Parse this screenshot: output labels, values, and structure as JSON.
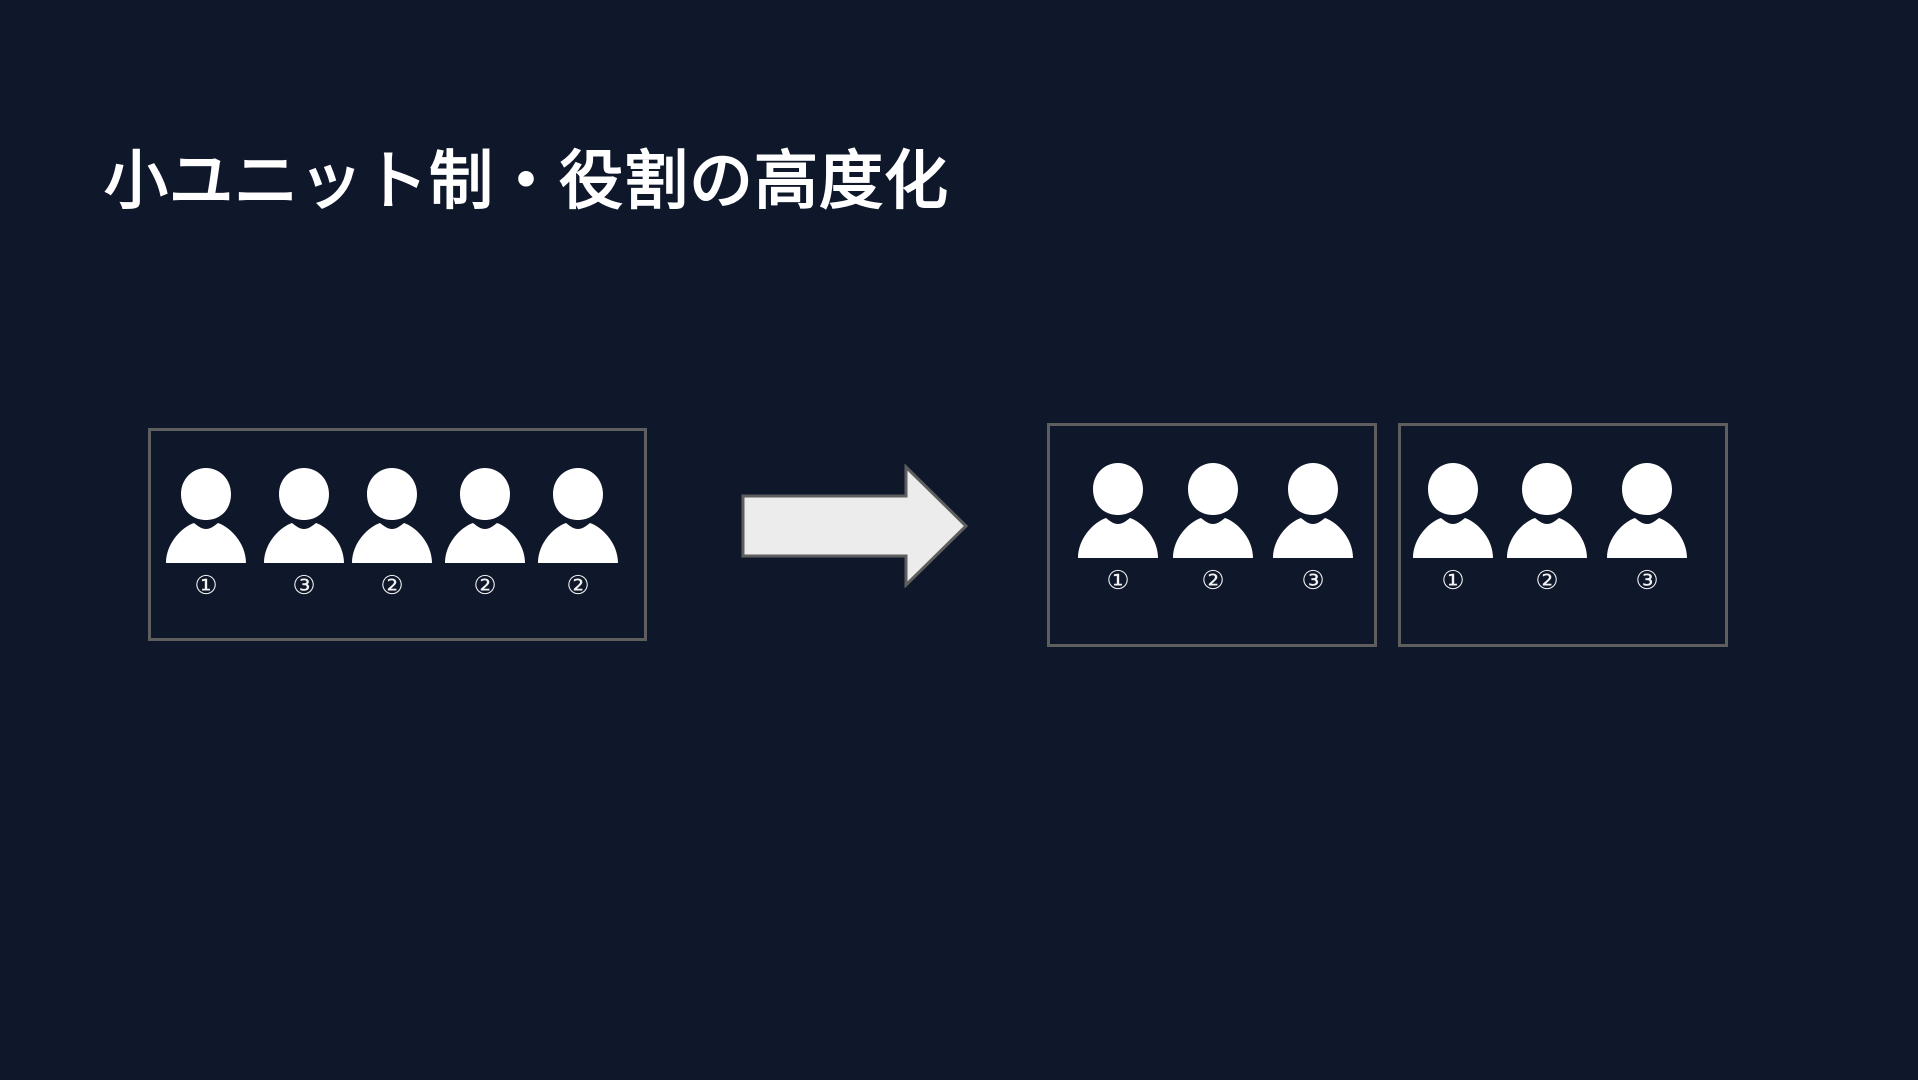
{
  "slide": {
    "title": "小ユニット制・役割の高度化",
    "colors": {
      "background": "#0f172a",
      "title": "#ffffff",
      "box_border": "#5e5e5e",
      "person_icon": "#ffffff",
      "arrow_fill": "#ececec"
    }
  },
  "before": {
    "members": [
      {
        "role": "①",
        "icon": "person-icon"
      },
      {
        "role": "③",
        "icon": "person-icon"
      },
      {
        "role": "②",
        "icon": "person-icon"
      },
      {
        "role": "②",
        "icon": "person-icon"
      },
      {
        "role": "②",
        "icon": "person-icon"
      }
    ]
  },
  "transition": {
    "icon": "right-arrow-icon"
  },
  "after": {
    "units": [
      {
        "members": [
          {
            "role": "①",
            "icon": "person-icon"
          },
          {
            "role": "②",
            "icon": "person-icon"
          },
          {
            "role": "③",
            "icon": "person-icon"
          }
        ]
      },
      {
        "members": [
          {
            "role": "①",
            "icon": "person-icon"
          },
          {
            "role": "②",
            "icon": "person-icon"
          },
          {
            "role": "③",
            "icon": "person-icon"
          }
        ]
      }
    ]
  }
}
